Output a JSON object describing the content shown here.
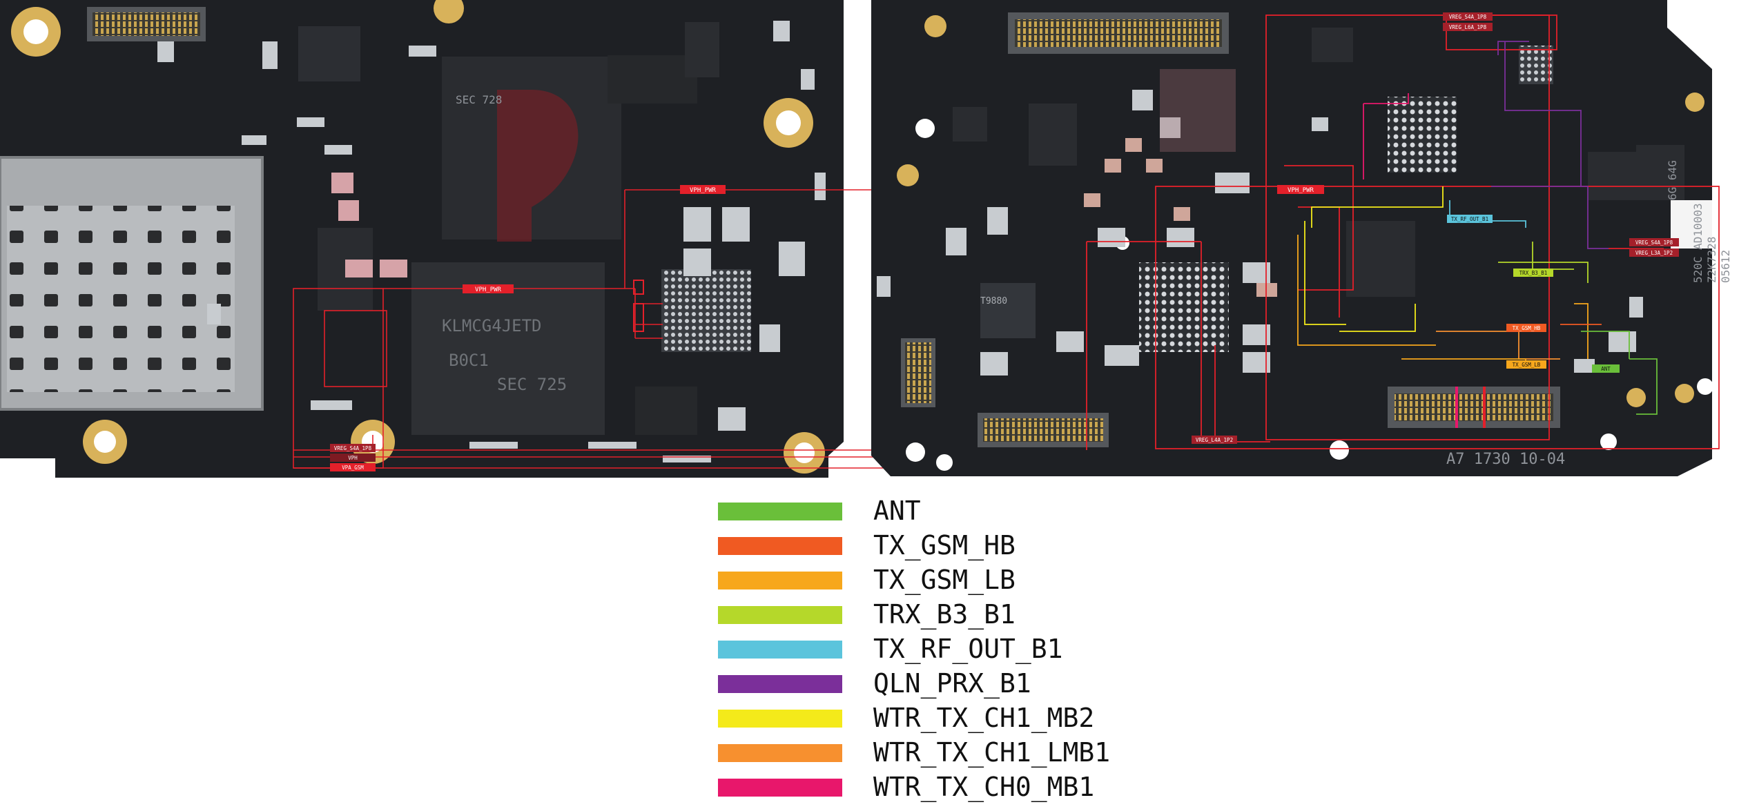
{
  "board": {
    "left_labels": {
      "vph_pwr_top": "VPH_PWR",
      "vph_pwr_mid": "VPH_PWR",
      "vreg_s4a_1p8": "VREG_S4A_1P8",
      "vph": "VPH",
      "vpa_gsm": "VPA_GSM"
    },
    "right_labels": {
      "vph_pwr": "VPH_PWR",
      "vreg_s4a_1p8_top": "VREG_S4A_1P8",
      "vreg_l6a_1p8": "VREG_L6A_1P8",
      "vreg_s4a_1p8_side": "VREG_S4A_1P8",
      "vreg_l3a_1p2": "VREG_L3A_1P2",
      "tx_rf_out_b1": "TX_RF_OUT_B1",
      "trx_b3_b1": "TRX_B3_B1",
      "tx_gsm_hb": "TX_GSM_HB",
      "tx_gsm_lb": "TX_GSM_LB",
      "ant": "ANT",
      "vreg_l4a_1p2": "VREG_L4A_1P2"
    },
    "silkscreen": {
      "board_id": "A7 1730 10-04",
      "chip_mark_1": "SEC 728",
      "chip_mark_2": "KLMCG4JETD",
      "chip_mark_3": "B0C1",
      "chip_mark_4": "SEC 725",
      "mem_size": "6G 64G",
      "ic_mark": "T9880",
      "side_code_1": "520C AD10003",
      "side_code_2": "Z2K7328",
      "side_code_3": "05612"
    }
  },
  "legend": {
    "items": [
      {
        "label": "ANT",
        "color": "#6abf3a"
      },
      {
        "label": "TX_GSM_HB",
        "color": "#f05a22"
      },
      {
        "label": "TX_GSM_LB",
        "color": "#f7a71c"
      },
      {
        "label": "TRX_B3_B1",
        "color": "#b5d82a"
      },
      {
        "label": "TX_RF_OUT_B1",
        "color": "#5bc4dc"
      },
      {
        "label": "QLN_PRX_B1",
        "color": "#7b2f9a"
      },
      {
        "label": "WTR_TX_CH1_MB2",
        "color": "#f4ea1a"
      },
      {
        "label": "WTR_TX_CH1_LMB1",
        "color": "#f7902f"
      },
      {
        "label": "WTR_TX_CH0_MB1",
        "color": "#e8176b"
      }
    ]
  }
}
